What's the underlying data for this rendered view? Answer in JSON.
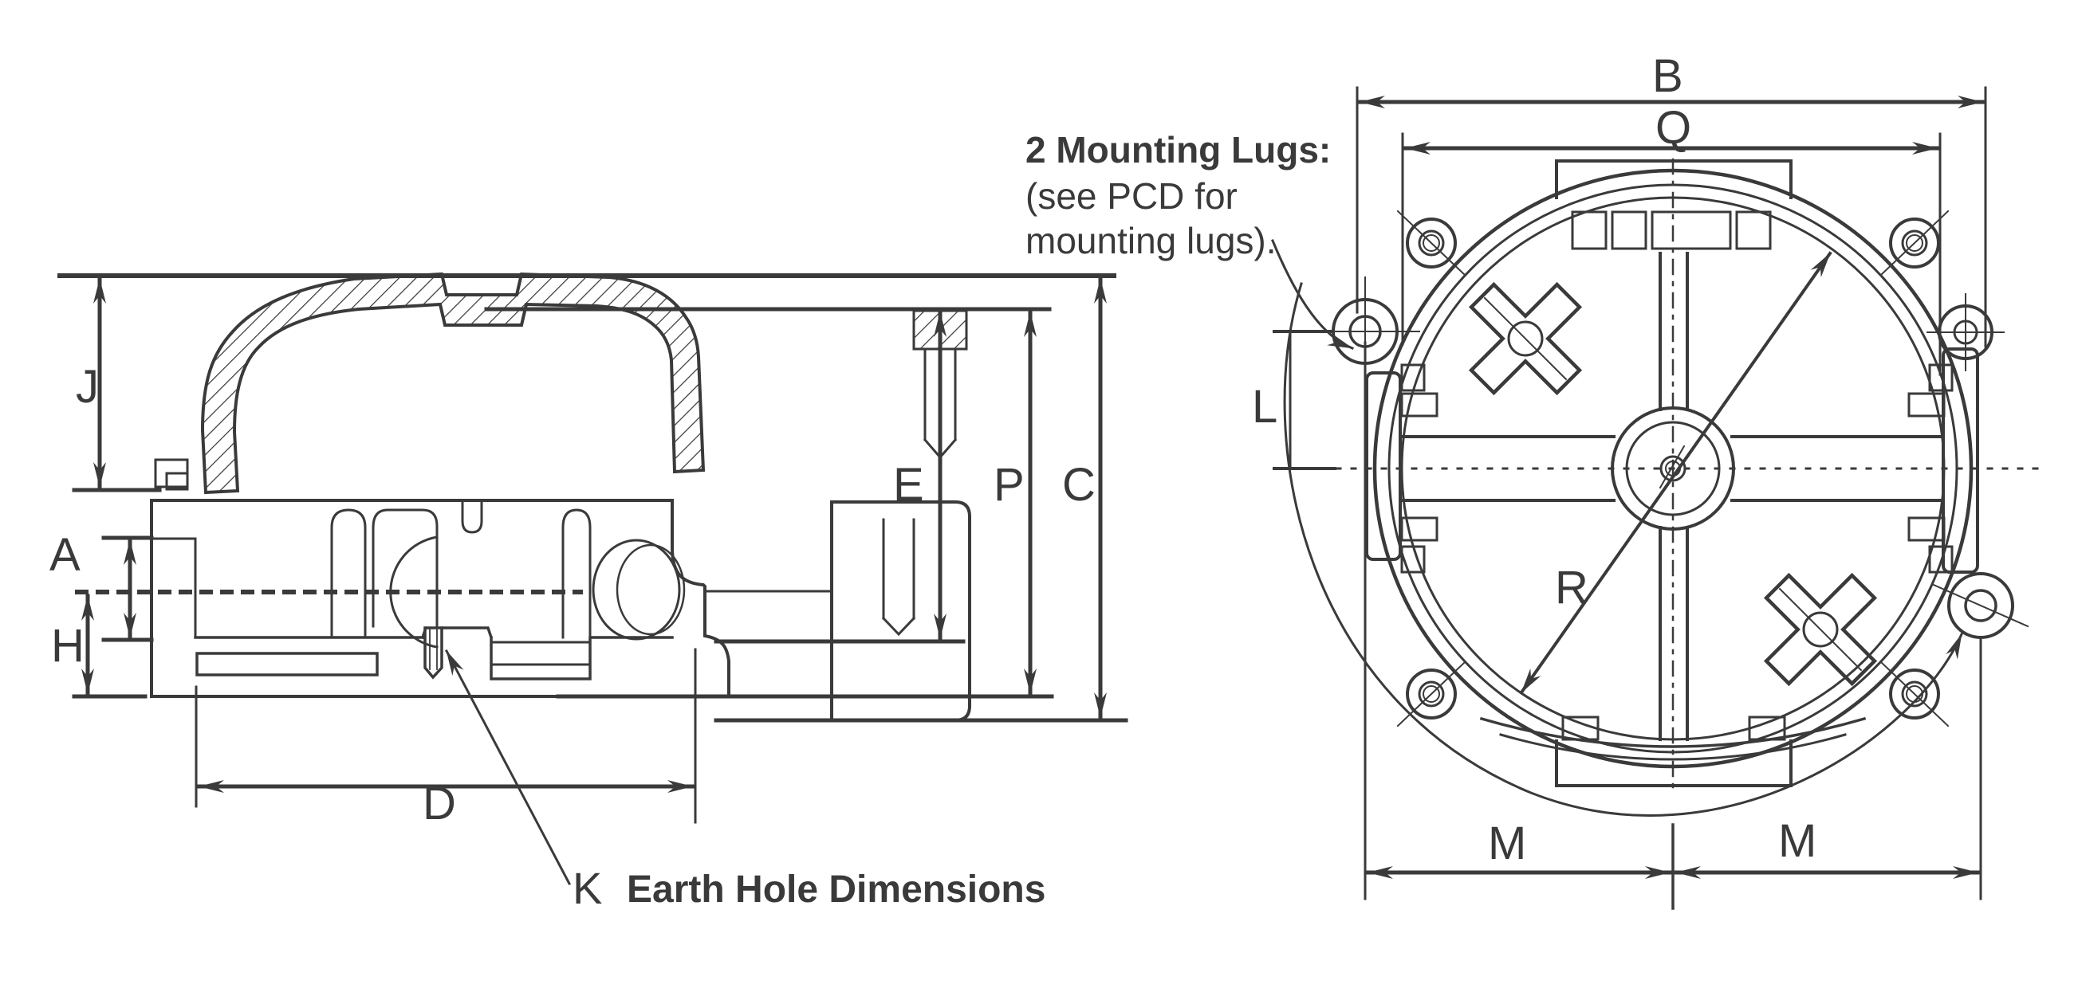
{
  "drawing": {
    "side_view": {
      "labels": {
        "J": "J",
        "A": "A",
        "H": "H",
        "E": "E",
        "P": "P",
        "C": "C",
        "D": "D",
        "K": "K"
      },
      "earth_note": "Earth Hole Dimensions"
    },
    "front_view": {
      "labels": {
        "B": "B",
        "Q": "Q",
        "L": "L",
        "R": "R",
        "M_left": "M",
        "M_right": "M"
      },
      "mounting_note": {
        "line1": "2 Mounting Lugs:",
        "line2": "(see PCD for",
        "line3": "mounting lugs)."
      }
    }
  },
  "colors": {
    "line": "#3a3a3a",
    "background": "#ffffff"
  }
}
